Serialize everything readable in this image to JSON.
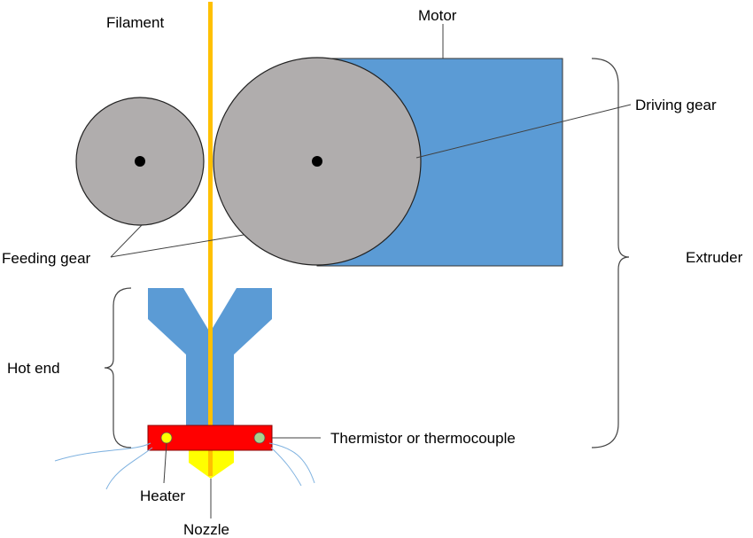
{
  "labels": {
    "filament": "Filament",
    "motor": "Motor",
    "driving_gear": "Driving gear",
    "feeding_gear": "Feeding gear",
    "extruder": "Extruder",
    "hot_end": "Hot end",
    "thermistor": "Thermistor or thermocouple",
    "heater": "Heater",
    "nozzle": "Nozzle"
  },
  "colors": {
    "motor": "#5b9bd5",
    "gear": "#b0adad",
    "filament": "#ffc000",
    "heater_block": "#ff0000",
    "nozzle": "#ffff00",
    "heater_dot": "#ffff00",
    "thermistor_dot": "#a9d18e",
    "heat_lines": "#7fb2e0",
    "leader_lines": "#404040"
  }
}
